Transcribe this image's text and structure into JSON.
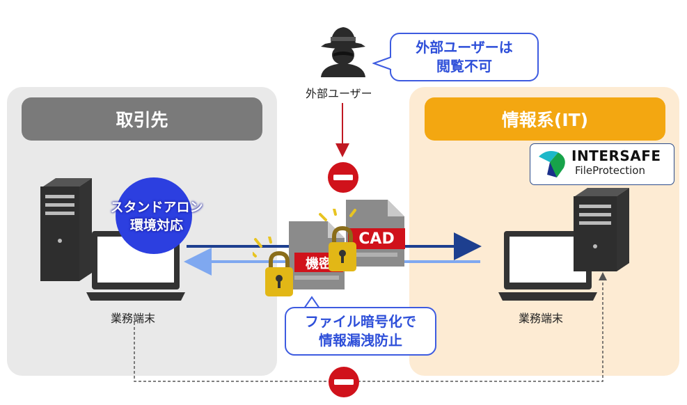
{
  "external_user": {
    "label": "外部ユーザー",
    "callout_line1": "外部ユーザーは",
    "callout_line2": "閲覧不可"
  },
  "left_panel": {
    "header": "取引先",
    "badge_line1": "スタンドアロン",
    "badge_line2": "環境対応",
    "terminal_label": "業務端末"
  },
  "right_panel": {
    "header": "情報系(IT)",
    "logo_line1": "INTERSAFE",
    "logo_line2": "FileProtection",
    "terminal_label": "業務端末"
  },
  "files": {
    "cad_label": "CAD",
    "secret_label": "機密"
  },
  "encrypt_callout": {
    "line1": "ファイル暗号化で",
    "line2": "情報漏洩防止"
  },
  "colors": {
    "arrow_dark": "#1d3f8f",
    "arrow_light": "#7fa8f0",
    "block_red": "#d0121b",
    "callout_blue": "#2e4fd9",
    "accent_orange": "#f3a711"
  }
}
